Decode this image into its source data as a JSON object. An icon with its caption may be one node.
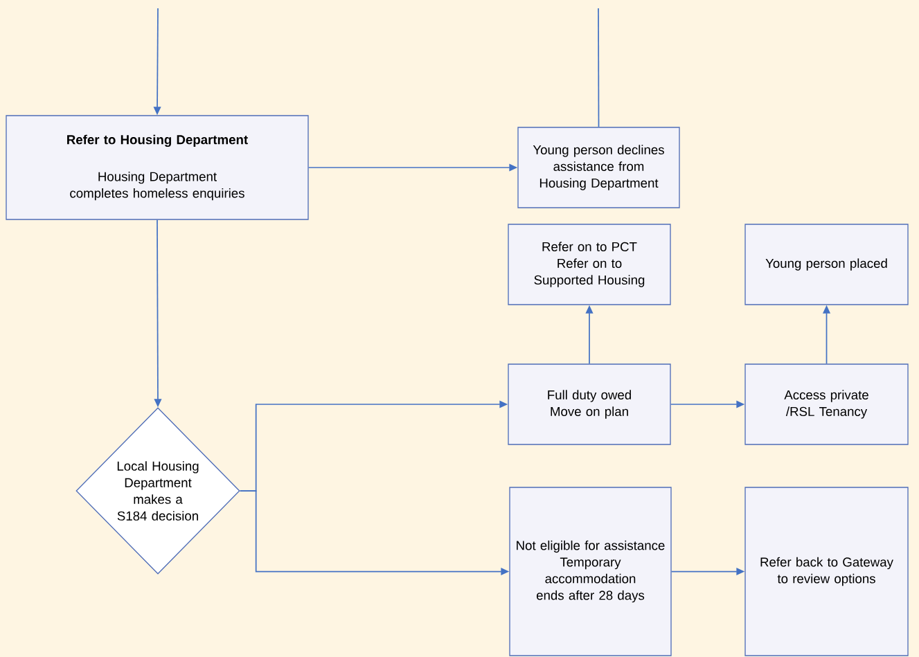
{
  "diagram": {
    "nodes": [
      {
        "text": [
          "Refer to Housing Department",
          "Housing Department completes homeless enquiries"
        ]
      },
      {
        "text": [
          "Young person declines assistance from Housing Department"
        ]
      },
      {
        "text": [
          "Refer on to PCT",
          "Refer on to Supported Housing"
        ]
      },
      {
        "text": [
          "Young person placed"
        ]
      },
      {
        "text": [
          "Local Housing Department makes a S184 decision"
        ]
      },
      {
        "text": [
          "Full duty owed",
          "Move on plan"
        ]
      },
      {
        "text": [
          "Access private /RSL Tenancy"
        ]
      },
      {
        "text": [
          "Not eligible for assistance",
          "Temporary accommodation ends after 28 days"
        ]
      },
      {
        "text": [
          "Refer back to Gateway to review options"
        ]
      }
    ],
    "edges": [
      {
        "from": null,
        "to": 0,
        "arrow": "to"
      },
      {
        "from": null,
        "to": 1,
        "arrow": "none"
      },
      {
        "from": 0,
        "to": 1,
        "arrow": "to"
      },
      {
        "from": 0,
        "to": 4,
        "arrow": "to"
      },
      {
        "from": 4,
        "to": 5,
        "arrow": "to"
      },
      {
        "from": 4,
        "to": 7,
        "arrow": "to"
      },
      {
        "from": 5,
        "to": 2,
        "arrow": "to"
      },
      {
        "from": 5,
        "to": 6,
        "arrow": "to"
      },
      {
        "from": 6,
        "to": 3,
        "arrow": "to"
      },
      {
        "from": 7,
        "to": 8,
        "arrow": "to"
      }
    ]
  }
}
